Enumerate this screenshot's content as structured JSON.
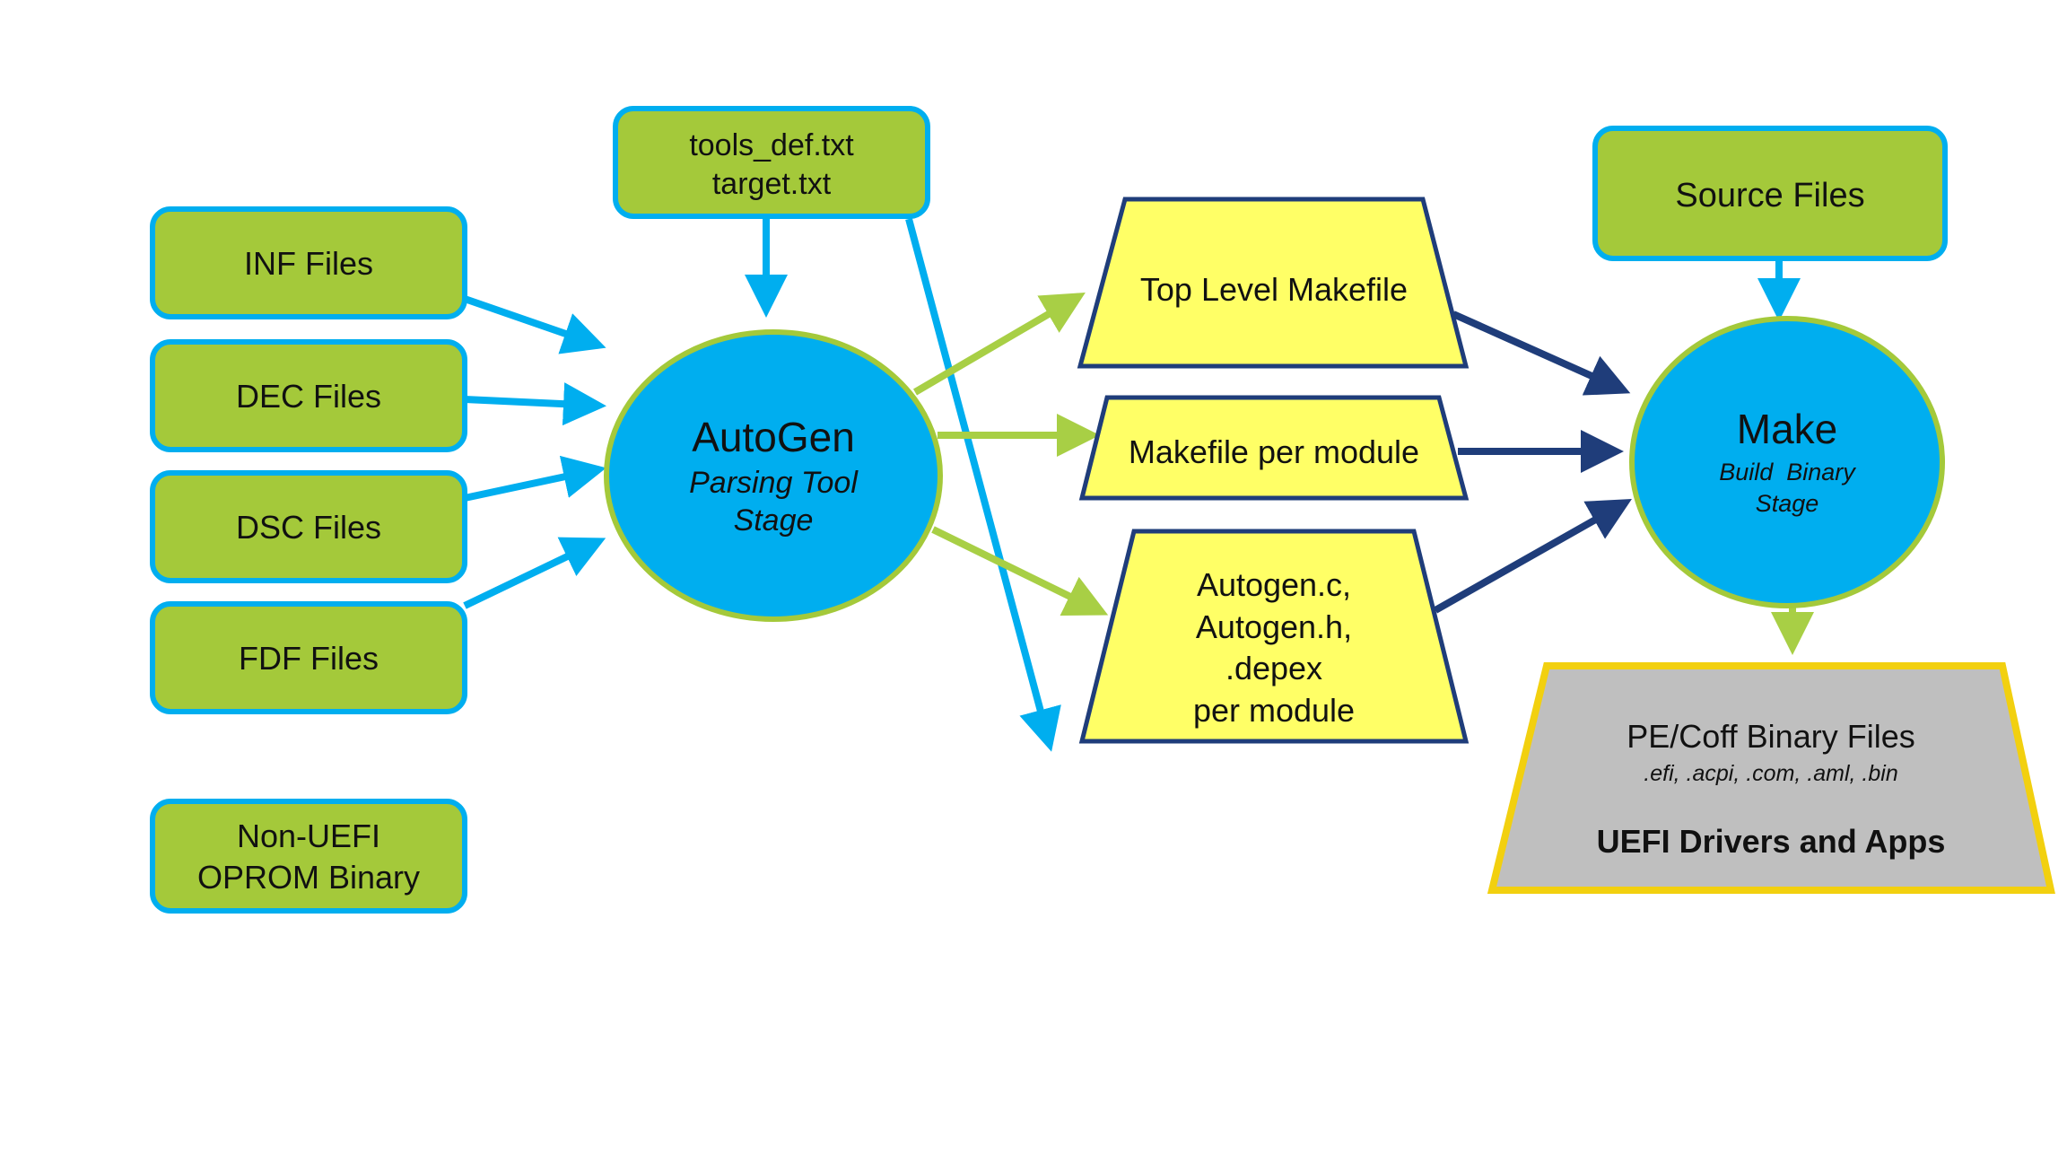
{
  "inputs": {
    "inf": "INF Files",
    "dec": "DEC Files",
    "dsc": "DSC Files",
    "fdf": "FDF Files",
    "oprom_line1": "Non-UEFI",
    "oprom_line2": "OPROM Binary"
  },
  "config": {
    "line1": "tools_def.txt",
    "line2": "target.txt"
  },
  "autogen": {
    "title": "AutoGen",
    "sub1": "Parsing Tool",
    "sub2": "Stage"
  },
  "outputs": {
    "top_makefile": "Top Level Makefile",
    "module_makefile": "Makefile per module",
    "autogen_line1": "Autogen.c,",
    "autogen_line2": "Autogen.h,",
    "autogen_line3": ".depex",
    "autogen_line4": "per module"
  },
  "source": "Source Files",
  "make": {
    "title": "Make",
    "sub1": "Build  Binary",
    "sub2": "Stage"
  },
  "binary": {
    "title": "PE/Coff Binary Files",
    "exts": ".efi, .acpi, .com, .aml, .bin",
    "footer": "UEFI Drivers and Apps"
  },
  "colors": {
    "green_fill": "#A4C93A",
    "cyan": "#00AEEF",
    "yellow_fill": "#FFFF66",
    "navy": "#1F3D7A",
    "gray_fill": "#BFBFBF",
    "gold_border": "#F2D00F",
    "light_green_arrow": "#A8CF45"
  }
}
